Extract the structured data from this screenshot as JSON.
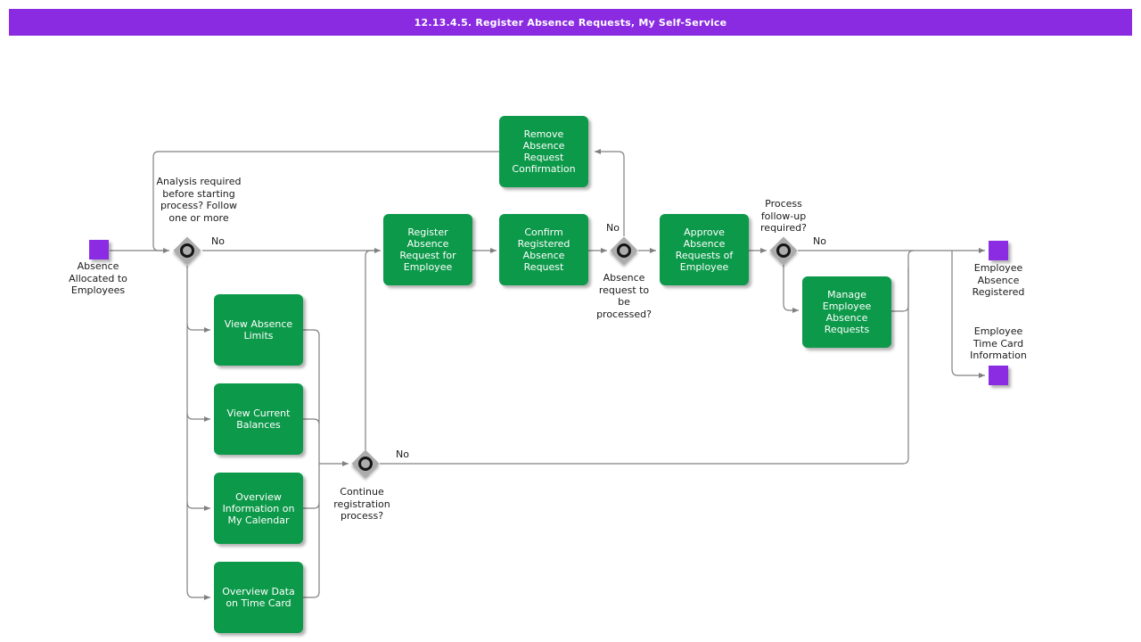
{
  "title": "12.13.4.5. Register Absence Requests, My Self-Service",
  "colors": {
    "header_bar": "#8A2BE2",
    "task_fill": "#0C9949",
    "event_fill": "#8B2BE2",
    "gateway_fill": "#ACACAC",
    "connector": "#808080",
    "task_text": "#ffffff",
    "label_text": "#1a1a1a"
  },
  "events": {
    "start": {
      "label": "Absence Allocated to Employees"
    },
    "end_registered": {
      "label": "Employee Absence Registered"
    },
    "end_timecard": {
      "label": "Employee Time Card Information"
    }
  },
  "tasks": {
    "register": {
      "label": "Register Absence Request for Employee"
    },
    "confirm": {
      "label": "Confirm Registered Absence Request"
    },
    "remove": {
      "label": "Remove Absence Request Confirmation"
    },
    "approve": {
      "label": "Approve Absence Requests of Employee"
    },
    "manage": {
      "label": "Manage Employee Absence Requests"
    },
    "view_limits": {
      "label": "View Absence Limits"
    },
    "view_balances": {
      "label": "View Current Balances"
    },
    "overview_calendar": {
      "label": "Overview Information on My Calendar"
    },
    "overview_timecard": {
      "label": "Overview Data on Time Card"
    }
  },
  "gateways": {
    "analysis": {
      "question": "Analysis required before starting process? Follow one or more",
      "no_label": "No"
    },
    "process_request": {
      "question": "Absence request to be processed?",
      "no_label": "No"
    },
    "followup": {
      "question": "Process follow-up required?",
      "no_label": "No"
    },
    "continue_registration": {
      "question": "Continue registration process?",
      "no_label": "No"
    }
  }
}
